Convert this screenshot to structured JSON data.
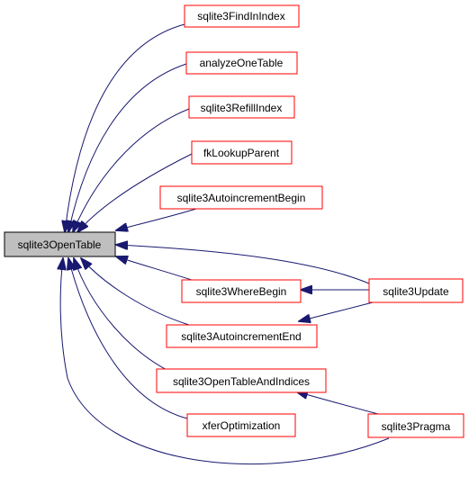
{
  "graph": {
    "root": {
      "id": "sqlite3OpenTable",
      "label": "sqlite3OpenTable"
    },
    "nodes": [
      {
        "id": "sqlite3FindInIndex",
        "label": "sqlite3FindInIndex"
      },
      {
        "id": "analyzeOneTable",
        "label": "analyzeOneTable"
      },
      {
        "id": "sqlite3RefillIndex",
        "label": "sqlite3RefillIndex"
      },
      {
        "id": "fkLookupParent",
        "label": "fkLookupParent"
      },
      {
        "id": "sqlite3AutoincrementBegin",
        "label": "sqlite3AutoincrementBegin"
      },
      {
        "id": "sqlite3WhereBegin",
        "label": "sqlite3WhereBegin"
      },
      {
        "id": "sqlite3AutoincrementEnd",
        "label": "sqlite3AutoincrementEnd"
      },
      {
        "id": "sqlite3OpenTableAndIndices",
        "label": "sqlite3OpenTableAndIndices"
      },
      {
        "id": "xferOptimization",
        "label": "xferOptimization"
      },
      {
        "id": "sqlite3Update",
        "label": "sqlite3Update"
      },
      {
        "id": "sqlite3Pragma",
        "label": "sqlite3Pragma"
      }
    ],
    "edges": [
      {
        "from": "sqlite3FindInIndex",
        "to": "sqlite3OpenTable"
      },
      {
        "from": "analyzeOneTable",
        "to": "sqlite3OpenTable"
      },
      {
        "from": "sqlite3RefillIndex",
        "to": "sqlite3OpenTable"
      },
      {
        "from": "fkLookupParent",
        "to": "sqlite3OpenTable"
      },
      {
        "from": "sqlite3AutoincrementBegin",
        "to": "sqlite3OpenTable"
      },
      {
        "from": "sqlite3Update",
        "to": "sqlite3OpenTable"
      },
      {
        "from": "sqlite3WhereBegin",
        "to": "sqlite3OpenTable"
      },
      {
        "from": "sqlite3AutoincrementEnd",
        "to": "sqlite3OpenTable"
      },
      {
        "from": "sqlite3OpenTableAndIndices",
        "to": "sqlite3OpenTable"
      },
      {
        "from": "xferOptimization",
        "to": "sqlite3OpenTable"
      },
      {
        "from": "sqlite3Pragma",
        "to": "sqlite3OpenTable"
      },
      {
        "from": "sqlite3Update",
        "to": "sqlite3WhereBegin"
      },
      {
        "from": "sqlite3Update",
        "to": "sqlite3AutoincrementEnd"
      },
      {
        "from": "sqlite3Pragma",
        "to": "sqlite3OpenTableAndIndices"
      }
    ],
    "colors": {
      "root_fill": "#bfbfbf",
      "root_border": "#000000",
      "node_border": "#ff0000",
      "edge": "#191970"
    }
  }
}
